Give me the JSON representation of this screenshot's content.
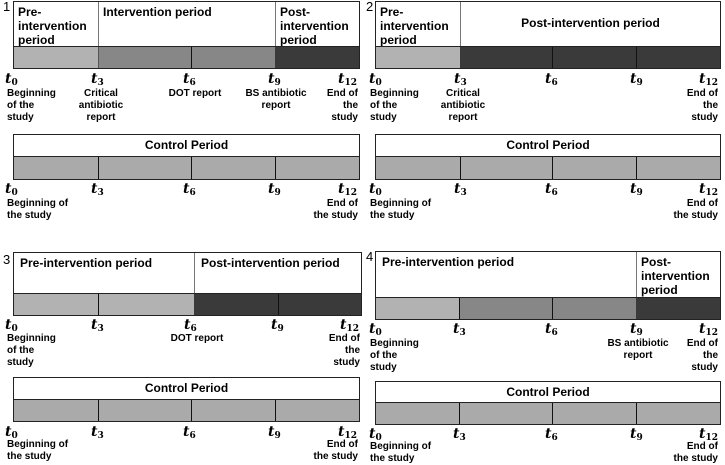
{
  "colors": {
    "pre": "#b2b2b2",
    "intervention": "#878787",
    "post": "#3a3a3a",
    "control": "#aaaaaa",
    "border": "#222222"
  },
  "ticks": [
    "t0",
    "t3",
    "t6",
    "t9",
    "t12"
  ],
  "panels": [
    {
      "number": "1",
      "periods": [
        {
          "label": "Pre-\nintervention\nperiod",
          "from": "t0",
          "to": "t3"
        },
        {
          "label": "Intervention period",
          "from": "t3",
          "to": "t9"
        },
        {
          "label": "Post-\nintervention\nperiod",
          "from": "t9",
          "to": "t12"
        }
      ],
      "segments": [
        "pre",
        "intervention",
        "intervention",
        "post"
      ],
      "labels": {
        "t0": "Beginning\nof the\nstudy",
        "t3": "Critical\nantibiotic\nreport",
        "t6": "DOT report",
        "t9": "BS antibiotic\nreport",
        "t12": "End of\nthe\nstudy"
      },
      "control": {
        "label": "Control Period",
        "labels": {
          "t0": "Beginning of\nthe study",
          "t12": "End of\nthe study"
        }
      }
    },
    {
      "number": "2",
      "periods": [
        {
          "label": "Pre-\nintervention\nperiod",
          "from": "t0",
          "to": "t3"
        },
        {
          "label": "Post-intervention period",
          "from": "t3",
          "to": "t12"
        }
      ],
      "segments": [
        "pre",
        "post",
        "post",
        "post"
      ],
      "labels": {
        "t0": "Beginning\nof the\nstudy",
        "t3": "Critical\nantibiotic\nreport",
        "t12": "End of\nthe\nstudy"
      },
      "control": {
        "label": "Control Period",
        "labels": {
          "t0": "Beginning of\nthe study",
          "t12": "End of\nthe study"
        }
      }
    },
    {
      "number": "3",
      "periods": [
        {
          "label": "Pre-intervention period",
          "from": "t0",
          "to": "t6"
        },
        {
          "label": "Post-intervention period",
          "from": "t6",
          "to": "t12"
        }
      ],
      "segments": [
        "pre",
        "pre",
        "post",
        "post"
      ],
      "labels": {
        "t0": "Beginning\nof the\nstudy",
        "t6": "DOT report",
        "t12": "End of\nthe\nstudy"
      },
      "control": {
        "label": "Control Period",
        "labels": {
          "t0": "Beginning of\nthe study",
          "t12": "End of\nthe study"
        }
      }
    },
    {
      "number": "4",
      "periods": [
        {
          "label": "Pre-intervention period",
          "from": "t0",
          "to": "t9"
        },
        {
          "label": "Post-\nintervention\nperiod",
          "from": "t9",
          "to": "t12"
        }
      ],
      "segments": [
        "pre",
        "intervention",
        "intervention",
        "post"
      ],
      "labels": {
        "t0": "Beginning\nof the\nstudy",
        "t9": "BS antibiotic\nreport",
        "t12": "End of\nthe\nstudy"
      },
      "control": {
        "label": "Control Period",
        "labels": {
          "t0": "Beginning of\nthe study",
          "t12": "End of\nthe study"
        }
      }
    }
  ]
}
